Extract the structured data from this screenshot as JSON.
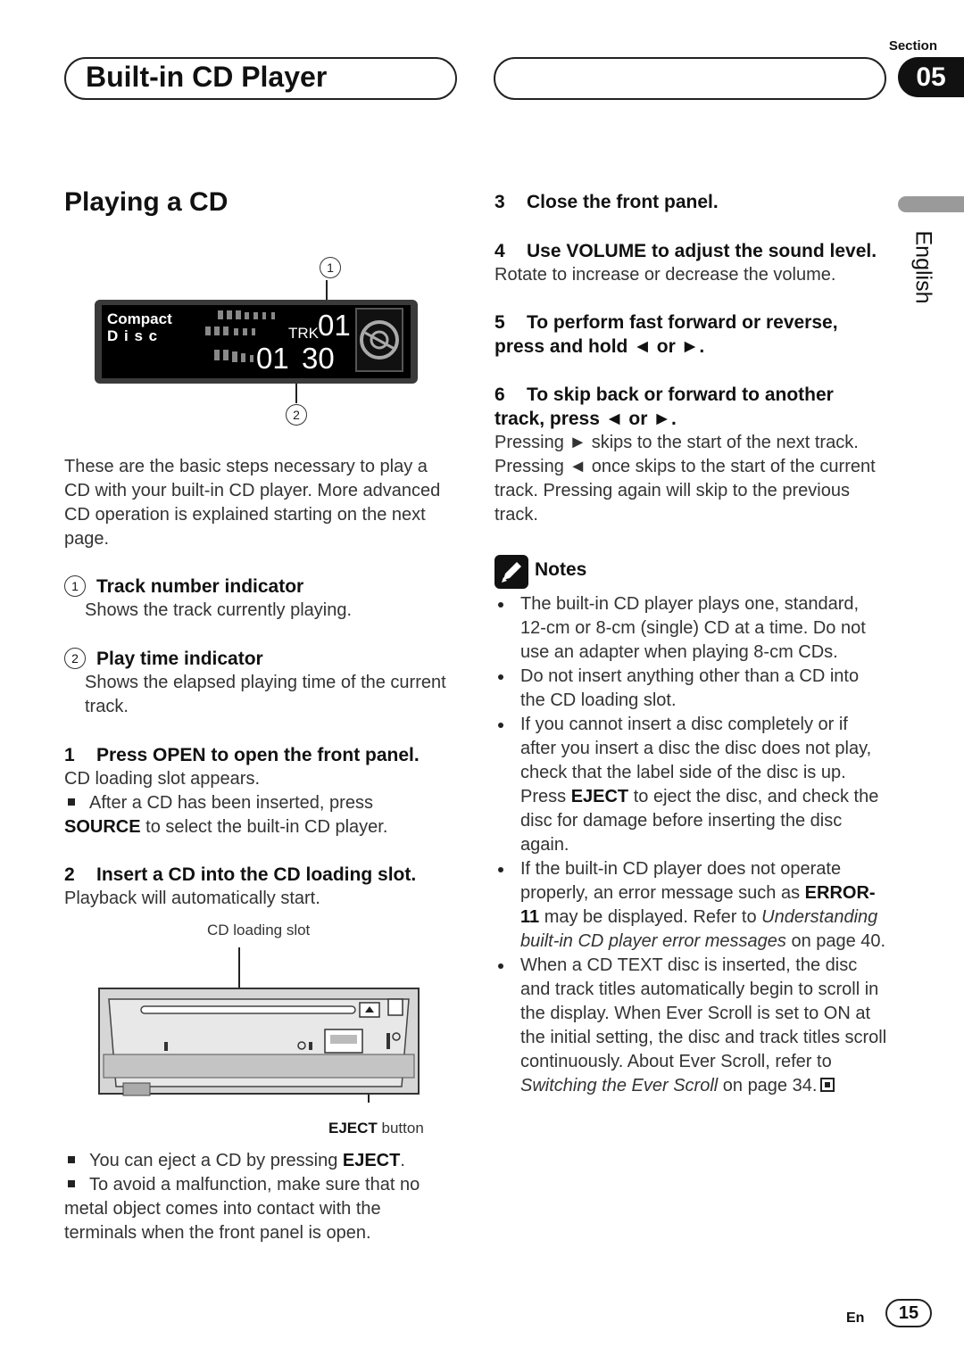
{
  "header": {
    "title": "Built-in CD Player",
    "section_label": "Section",
    "section_number": "05",
    "language": "English"
  },
  "page_title": "Playing a CD",
  "display_figure": {
    "callout_1": "1",
    "callout_2": "2",
    "compact": "Compact",
    "disc": "D i s c",
    "trk_label": "TRK",
    "trk_value": "01",
    "time_min": "01",
    "time_sec": "30"
  },
  "intro": "These are the basic steps necessary to play a CD with your built-in CD player. More advanced CD operation is explained starting on the next page.",
  "indicators": [
    {
      "marker": "1",
      "title": "Track number indicator",
      "text": "Shows the track currently playing."
    },
    {
      "marker": "2",
      "title": "Play time indicator",
      "text": "Shows the elapsed playing time of the current track."
    }
  ],
  "step1": {
    "num": "1",
    "title": "Press OPEN to open the front panel.",
    "text": "CD loading slot appears.",
    "note_a": "After a CD has been inserted, press ",
    "note_bold": "SOURCE",
    "note_b": " to select the built-in CD player."
  },
  "step2": {
    "num": "2",
    "title": "Insert a CD into the CD loading slot.",
    "text": "Playback will automatically start."
  },
  "slot_figure": {
    "slot_label": "CD loading slot",
    "eject_bold": "EJECT",
    "eject_rest": " button"
  },
  "bottom_notes": [
    {
      "a": "You can eject a CD by pressing ",
      "bold": "EJECT",
      "b": "."
    },
    {
      "a": "To avoid a malfunction, make sure that no metal object comes into contact with the terminals when the front panel is open.",
      "bold": "",
      "b": ""
    }
  ],
  "step3": {
    "num": "3",
    "title": "Close the front panel."
  },
  "step4": {
    "num": "4",
    "title": "Use VOLUME to adjust the sound level.",
    "text": "Rotate to increase or decrease the volume."
  },
  "step5": {
    "num": "5",
    "title": "To perform fast forward or reverse, press and hold ◄ or ►."
  },
  "step6": {
    "num": "6",
    "title": "To skip back or forward to another track, press ◄ or ►.",
    "text": "Pressing ► skips to the start of the next track. Pressing ◄ once skips to the start of the current track. Pressing again will skip to the previous track."
  },
  "notes": {
    "title": "Notes",
    "items": [
      {
        "a": "The built-in CD player plays one, standard, 12-cm or 8-cm (single) CD at a time. Do not use an adapter when playing 8-cm CDs."
      },
      {
        "a": "Do not insert anything other than a CD into the CD loading slot."
      },
      {
        "a": "If you cannot insert a disc completely or if after you insert a disc the disc does not play, check that the label side of the disc is up. Press ",
        "bold": "EJECT",
        "b": " to eject the disc, and check the disc for damage before inserting the disc again."
      },
      {
        "a": "If the built-in CD player does not operate properly, an error message such as ",
        "bold": "ERROR-11",
        "b": " may be displayed. Refer to ",
        "italic": "Understanding built-in CD player error messages",
        "c": " on page 40."
      },
      {
        "a": "When a CD TEXT disc is inserted, the disc and track titles automatically begin to scroll in the display. When Ever Scroll is set to ON at the initial setting, the disc and track titles scroll continuously. About Ever Scroll, refer to ",
        "italic": "Switching the Ever Scroll",
        "c": " on page 34."
      }
    ]
  },
  "footer": {
    "lang": "En",
    "page": "15"
  }
}
